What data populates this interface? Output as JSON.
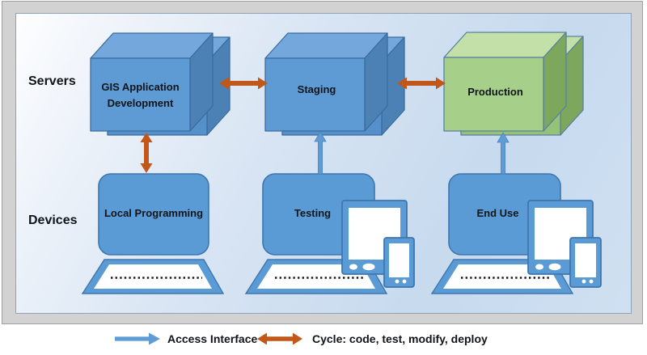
{
  "row_labels": {
    "servers": "Servers",
    "devices": "Devices"
  },
  "servers": [
    {
      "label": "GIS Application\nDevelopment",
      "shape": "stacked-3d-cube",
      "color": "#5e9ad3"
    },
    {
      "label": "Staging",
      "shape": "stacked-3d-cube",
      "color": "#5e9ad3"
    },
    {
      "label": "Production",
      "shape": "stacked-3d-cube",
      "color": "#a6cf8a"
    }
  ],
  "devices": [
    {
      "label": "Local Programming",
      "hardware_icons": [
        "desktop-computer"
      ]
    },
    {
      "label": "Testing",
      "hardware_icons": [
        "desktop-computer",
        "tablet",
        "smartphone"
      ]
    },
    {
      "label": "End Use",
      "hardware_icons": [
        "desktop-computer",
        "tablet",
        "smartphone"
      ]
    }
  ],
  "connections": [
    {
      "from": "GIS Application Development",
      "to": "Staging",
      "type": "cycle",
      "bidirectional": true
    },
    {
      "from": "Staging",
      "to": "Production",
      "type": "cycle",
      "bidirectional": true
    },
    {
      "from": "GIS Application Development",
      "to": "Local Programming",
      "type": "cycle",
      "bidirectional": true
    },
    {
      "from": "Testing",
      "to": "Staging",
      "type": "access",
      "bidirectional": false
    },
    {
      "from": "End Use",
      "to": "Production",
      "type": "access",
      "bidirectional": false
    }
  ],
  "legend": {
    "access_label": "Access Interface",
    "cycle_label": "Cycle: code, test, modify, deploy"
  },
  "colors": {
    "access_arrow": "#5f9bd5",
    "cycle_arrow": "#c2571a",
    "server_blue": "#5e9ad3",
    "server_green": "#a6cf8a",
    "device_blue": "#5b9bd5",
    "panel_gray": "#d2d2d2"
  }
}
